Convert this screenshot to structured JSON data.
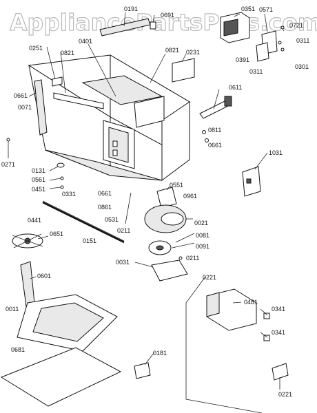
{
  "watermark": "AppliancePartsPros.com",
  "part_labels": {
    "p0191": "0191",
    "p0691": "0691",
    "p0351": "0351",
    "p0571": "0571",
    "p0721": "0721",
    "p0311a": "0311",
    "p0251": "0251",
    "p0821a": "0821",
    "p0401": "0401",
    "p0821b": "0821",
    "p0231": "0231",
    "p0391": "0391",
    "p0301": "0301",
    "p0311b": "0311",
    "p0661a": "0661",
    "p0071": "0071",
    "p0611": "0611",
    "p0811": "0811",
    "p0661b": "0661",
    "p0271": "0271",
    "p1031": "1031",
    "p0131": "0131",
    "p0561": "0561",
    "p0451": "0451",
    "p0331": "0331",
    "p0551": "0551",
    "p0961": "0961",
    "p0661c": "0661",
    "p0861": "0861",
    "p0531": "0531",
    "p0441": "0441",
    "p0211a": "0211",
    "p0021": "0021",
    "p0651": "0651",
    "p0151": "0151",
    "p0081": "0081",
    "p0091": "0091",
    "p0031": "0031",
    "p0211b": "0211",
    "p0601": "0601",
    "p0221a": "0221",
    "p0011": "0011",
    "p0481": "0481",
    "p0341a": "0341",
    "p0341b": "0341",
    "p0681": "0681",
    "p0181": "0181",
    "p0221b": "0221"
  }
}
